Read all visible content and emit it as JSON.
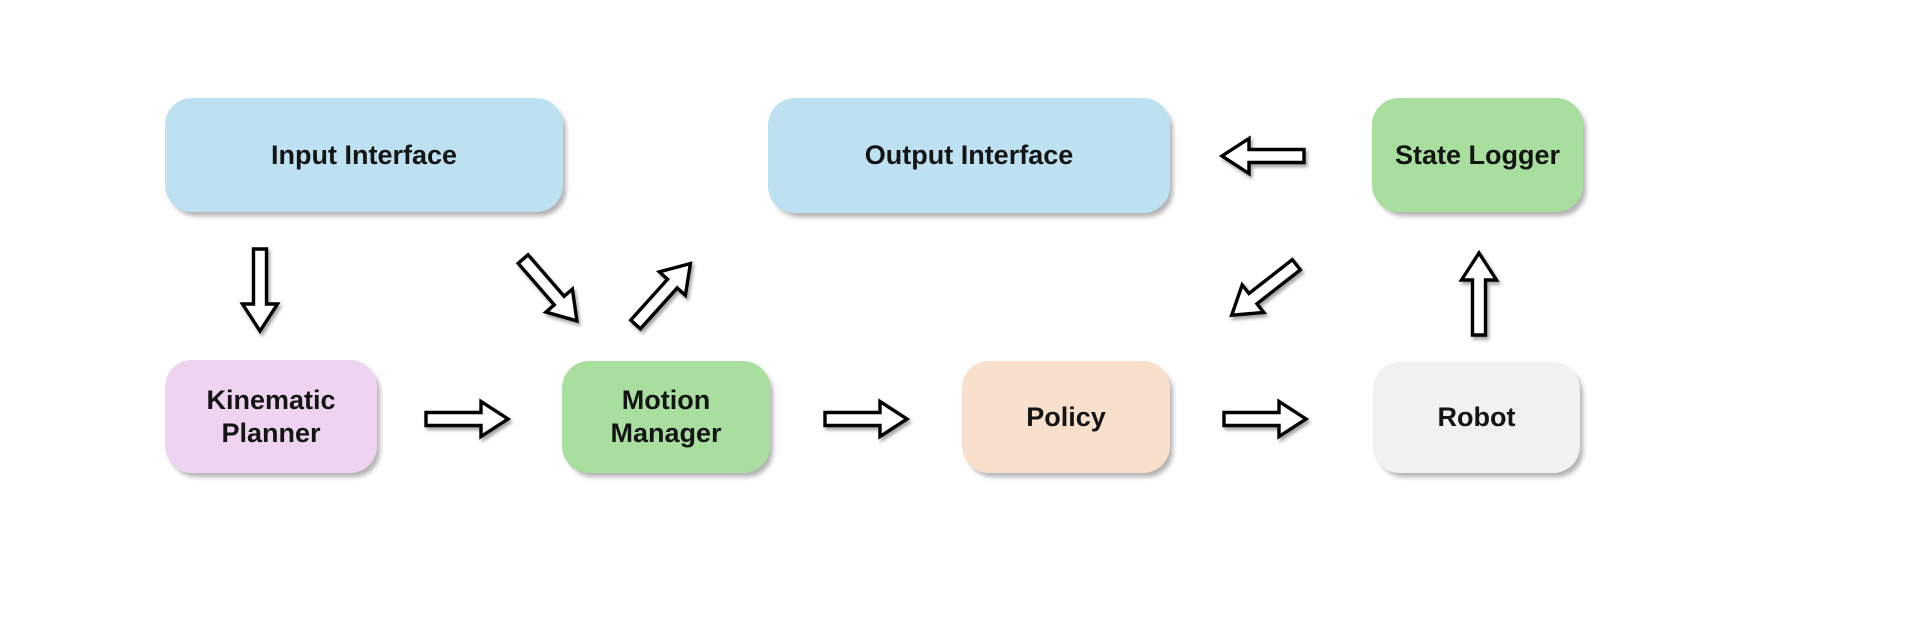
{
  "diagram": {
    "background_color": "#ffffff",
    "text_color": "#141414",
    "arrow_style": {
      "fill": "#ffffff",
      "stroke": "#000000"
    },
    "nodes": [
      {
        "id": "input-interface",
        "label": "Input Interface",
        "color": "#bee1f1"
      },
      {
        "id": "output-interface",
        "label": "Output Interface",
        "color": "#bee1f1"
      },
      {
        "id": "state-logger",
        "label": "State Logger",
        "color": "#a8df9e"
      },
      {
        "id": "kinematic-planner",
        "label": "Kinematic Planner",
        "color": "#eed4f1"
      },
      {
        "id": "motion-manager",
        "label": "Motion Manager",
        "color": "#a8df9e"
      },
      {
        "id": "policy",
        "label": "Policy",
        "color": "#f8e0cc"
      },
      {
        "id": "robot",
        "label": "Robot",
        "color": "#f1f1f1"
      }
    ],
    "edges": [
      {
        "from": "Input Interface",
        "to": "Kinematic Planner",
        "direction": "down"
      },
      {
        "from": "Input Interface",
        "to": "Motion Manager",
        "direction": "down-right"
      },
      {
        "from": "Kinematic Planner",
        "to": "Motion Manager",
        "direction": "right"
      },
      {
        "from": "Motion Manager",
        "to": "Output Interface",
        "direction": "up-right"
      },
      {
        "from": "Motion Manager",
        "to": "Policy",
        "direction": "right"
      },
      {
        "from": "Policy",
        "to": "Robot",
        "direction": "right"
      },
      {
        "from": "Robot",
        "to": "State Logger",
        "direction": "up"
      },
      {
        "from": "State Logger",
        "to": "Output Interface",
        "direction": "left"
      },
      {
        "from": "State Logger",
        "to": "Policy",
        "direction": "down-left"
      }
    ]
  }
}
